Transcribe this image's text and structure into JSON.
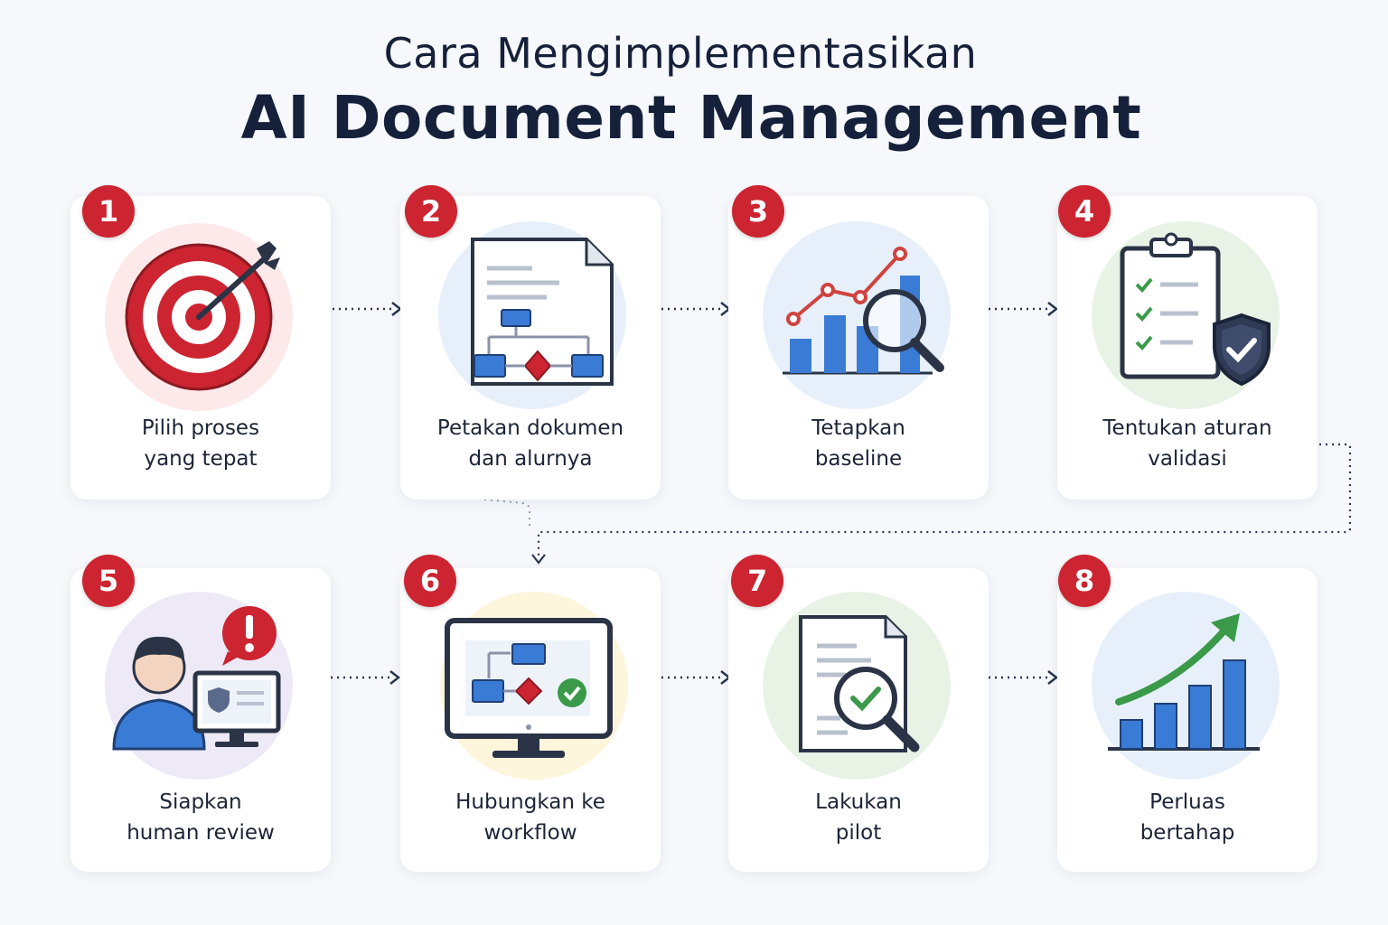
{
  "title": {
    "line1": "Cara Mengimplementasikan",
    "line2": "AI Document Management"
  },
  "steps": [
    {
      "number": "1",
      "line1": "Pilih proses",
      "line2": "yang tepat",
      "icon": "target-icon"
    },
    {
      "number": "2",
      "line1": "Petakan dokumen",
      "line2": "dan alurnya",
      "icon": "document-flowchart-icon"
    },
    {
      "number": "3",
      "line1": "Tetapkan",
      "line2": "baseline",
      "icon": "chart-magnifier-icon"
    },
    {
      "number": "4",
      "line1": "Tentukan aturan",
      "line2": "validasi",
      "icon": "clipboard-shield-icon"
    },
    {
      "number": "5",
      "line1": "Siapkan",
      "line2": "human review",
      "icon": "person-monitor-alert-icon"
    },
    {
      "number": "6",
      "line1": "Hubungkan ke",
      "line2": "workflow",
      "icon": "monitor-workflow-icon"
    },
    {
      "number": "7",
      "line1": "Lakukan",
      "line2": "pilot",
      "icon": "document-magnifier-check-icon"
    },
    {
      "number": "8",
      "line1": "Perluas",
      "line2": "bertahap",
      "icon": "growth-chart-icon"
    }
  ],
  "colors": {
    "accent_red": "#cc2431",
    "navy": "#15203a",
    "blue": "#3a7bd5",
    "green": "#3a9a4a",
    "card_bg": "#ffffff",
    "page_bg": "#f6f8fb"
  }
}
